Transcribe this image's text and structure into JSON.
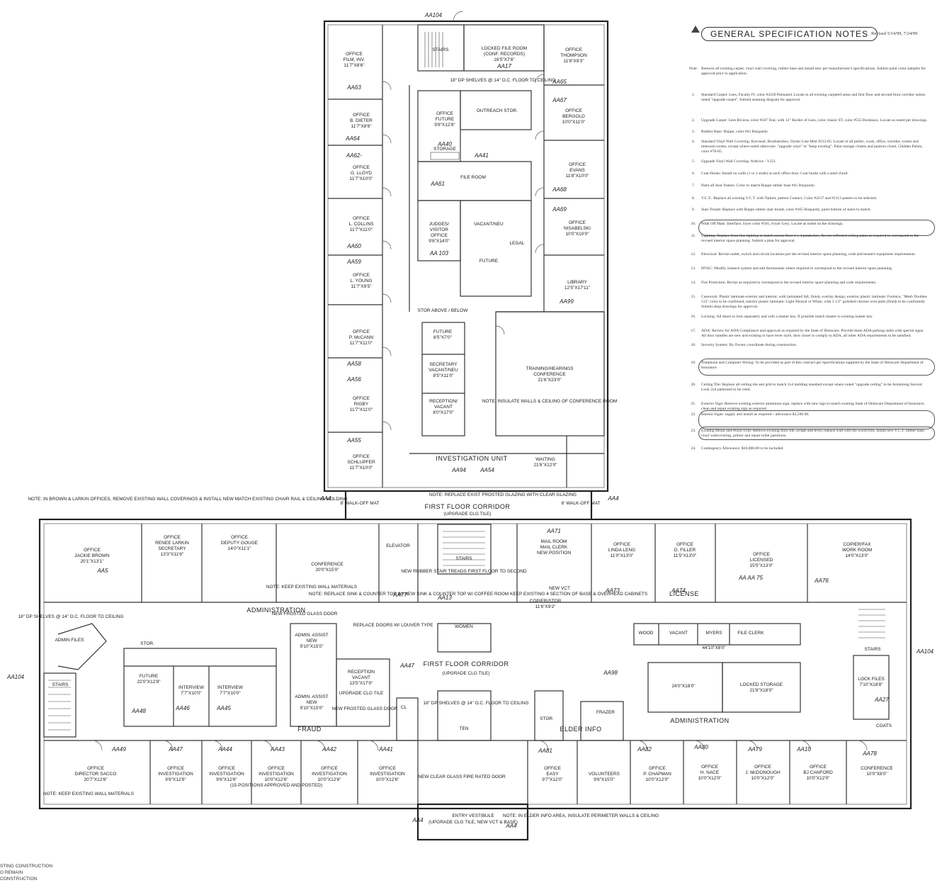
{
  "rooms": {
    "aa104_top": "AA104",
    "stairs_top": "STAIRS",
    "locked_file": "LOCKED FILE ROOM",
    "locked_file_sub": "(CONF. RECORDS)",
    "locked_file_dim": "16'5\"X7'6\"",
    "locked_file_tag": "AA17",
    "office_film": "OFFICE",
    "office_film_name": "FILM, INV.",
    "office_film_dim": "11'7\"X8'6\"",
    "office_film_tag": "AA63",
    "office_thompson": "OFFICE",
    "office_thompson_name": "THOMPSON",
    "office_thompson_dim": "11'8\"X9'3\"",
    "office_thompson_tag": "AA65",
    "shelves_note": "18\" DP SHELVES @ 14\" O.C. FLOOR TO CEILING",
    "office_dieter": "OFFICE",
    "office_dieter_name": "B. DIETER",
    "office_dieter_dim": "11'7\"X8'6\"",
    "office_dieter_tag": "AA64",
    "office_future": "OFFICE",
    "office_future_name": "FUTURE",
    "office_future_dim": "9'8\"X12'8\"",
    "outreach": "OUTREACH STOR.",
    "tag_aa67": "AA67",
    "office_bergold": "OFFICE",
    "office_bergold_name": "BERGOLD",
    "office_bergold_dim": "10'0\"X11'0\"",
    "tag_aa62": "AA62-",
    "office_lloyd": "OFFICE",
    "office_lloyd_name": "G. LLOYD",
    "office_lloyd_dim": "11'7\"X10'0\"",
    "storage": "STORAGE",
    "tag_aa40": "AA40",
    "tag_aa41": "AA41",
    "file_room": "FILE ROOM",
    "tag_aa61": "AA61",
    "office_evans": "OFFICE",
    "office_evans_name": "EVANS",
    "office_evans_dim": "11'8\"X10'0\"",
    "tag_aa68": "AA68",
    "tag_aa69": "AA69",
    "office_collins": "OFFICE",
    "office_collins_name": "L. COLLINS",
    "office_collins_dim": "11'7\"X11'0\"",
    "tag_aa60": "AA60",
    "judges": "JUDGES/",
    "judges2": "VISITOR",
    "judges3": "OFFICE",
    "judges_dim": "9'6\"X14'0\"",
    "tag_aa103": "AA 103",
    "vacant_neu": "VACANT/NEU",
    "future_lbl": "FUTURE",
    "legal": "LEGAL",
    "office_nisabelski": "OFFICE",
    "office_nisabelski_name": "NISABELSKI",
    "office_nisabelski_dim": "10'0\"X10'0\"",
    "tag_aa59": "AA59",
    "office_young": "OFFICE",
    "office_young_name": "L. YOUNG",
    "office_young_dim": "11'7\"X9'5\"",
    "library": "LIBRARY",
    "library_dim": "12'5\"X17'11\"",
    "tag_aa99": "AA99",
    "stor_above": "STOR ABOVE / BELOW",
    "future2": "FUTURE",
    "future2_dim": "8'5\"X7'0\"",
    "office_mccann": "OFFICE",
    "office_mccann_name": "P. McCANN",
    "office_mccann_dim": "11'7\"X11'0\"",
    "tag_aa58": "AA58",
    "secretary": "SECRETARY",
    "secretary2": "VACANT/NEU",
    "secretary_dim": "8'5\"X11'0\"",
    "training": "TRAINING/HEARINGS",
    "training2": "CONFERENCE",
    "training_dim": "21'6\"X23'0\"",
    "tag_aa56": "AA56",
    "office_rigby": "OFFICE",
    "office_rigby_name": "RIGBY",
    "office_rigby_dim": "11'7\"X11'0\"",
    "reception": "RECEPTION/",
    "reception2": "VACANT",
    "reception_dim": "8'0\"X17'0\"",
    "insulate_note": "NOTE: INSULATE WALLS & CEILING OF CONFERENCE ROOM",
    "tag_aa55": "AA55",
    "office_schlupfer": "OFFICE",
    "office_schlupfer_name": "SCHLUPFER",
    "office_schlupfer_dim": "11'7\"X10'0\"",
    "investigation_unit": "INVESTIGATION UNIT",
    "waiting": "WAITING",
    "waiting_dim": "21'6\"X12'0\"",
    "tag_aa94": "AA94",
    "tag_aa54": "AA54",
    "frosted_note": "NOTE: REPLACE EXIST FROSTED GLAZING WITH CLEAR GLAZING",
    "tag_aa4_left": "AA4",
    "tag_aa4_right": "AA4",
    "walkoff_left": "8' WALK-OFF MAT",
    "walkoff_right": "8' WALK-OFF MAT",
    "first_floor_corridor": "FIRST FLOOR CORRIDOR",
    "corridor_tile": "(UPGRADE CLG TILE)",
    "note_brown": "NOTE: IN BROWN & LARKIN OFFICES, REMOVE EXISTING WALL COVERINGS & INSTALL NEW MATCH EXISTING CHAIR RAIL & CEILING MOLDING",
    "office_brown": "OFFICE",
    "office_brown_name": "JACKIE BROWN",
    "office_brown_dim": "20'1\"X13'1\"",
    "tag_aa5": "AA5",
    "office_larkin": "OFFICE",
    "office_larkin_name": "RENEE LARKIN",
    "office_larkin_2": "SECRETARY",
    "office_larkin_dim": "13'3\"X11'6\"",
    "office_gouge": "OFFICE",
    "office_gouge_name": "DEPUTY GOUGE",
    "office_gouge_dim": "14'0\"X11'1\"",
    "conference": "CONFERENCE",
    "conference_dim": "20'0\"X15'0\"",
    "keep_wall_note": "NOTE: KEEP EXISTING WALL MATERIALS",
    "elevator": "ELEVATOR",
    "stairs_center": "STAIRS",
    "rubber_stair": "NEW RUBBER STAIR TREADS FIRST FLOOR TO SECOND",
    "mail_room": "MAIL ROOM",
    "mail_clerk": "MAIL CLERK",
    "mail_new": "NEW POSITION",
    "tag_aa71": "AA71",
    "office_leng": "OFFICE",
    "office_leng_name": "LINDA LENG",
    "office_leng_dim": "11'0\"X13'0\"",
    "office_filler": "OFFICE",
    "office_filler_name": "D. FILLER",
    "office_filler_dim": "11'5\"X13'0\"",
    "office_licensed": "OFFICE",
    "office_licensed_name": "LICENSED",
    "office_licensed_dim": "15'5\"X13'0\"",
    "copier_fax": "COPIER/FAX",
    "copier_fax2": "WORK ROOM",
    "copier_fax_dim": "14'0\"X13'0\"",
    "tag_aa73": "AA73",
    "tag_aa74": "AA74",
    "tag_aa75": "AA AA 75",
    "tag_aa76": "AA76",
    "license": "LICENSE",
    "administration_left": "ADMINISTRATION",
    "adm_assist": "ADMIN. ASSIST",
    "adm_assist2": "NEW",
    "adm_assist_dim": "9'10\"X15'0\"",
    "replace_doors": "REPLACE DOORS W/ LOUVER TYPE",
    "new_frosted": "NEW FROSTED GLASS DOOR",
    "note_replace_sink": "NOTE: REPLACE SINK & COUNTER TOP W/ NEW SINK & COUNTER TOP W/ COFFEE ROOM KEEP EXISTING 4 SECTION OF BASE & OVERHEAD CABINETS",
    "tag_aa13": "AA13",
    "women": "WOMEN",
    "copier_stor": "COPIER/STOR",
    "copier_stor_dim": "11'6\"X9'2\"",
    "new_vct": "NEW VCT",
    "tag_aa77": "AA77",
    "wood": "WOOD",
    "vacant": "VACANT",
    "myers": "MYERS",
    "file_clerk": "FILE CLERK",
    "open_dim": "44'10\"X8'0\"",
    "stairs_right": "STAIRS",
    "tag_aa104_right": "AA104",
    "adm_files": "ADMIN FILES",
    "shelves_left": "18\" DP SHELVES @ 14\" O.C. FLOOR TO CEILING",
    "stor": "STOR.",
    "future3": "FUTURE",
    "future3_dim": "22'0\"X12'8\"",
    "interview1": "INTERVIEW",
    "interview1_dim": "7'7\"X10'0\"",
    "interview2": "INTERVIEW",
    "interview2_dim": "7'7\"X10'0\"",
    "adm_assist_b": "ADMIN. ASSIST",
    "adm_assist_b2": "NEW",
    "adm_assist_b_dim": "9'10\"X15'0\"",
    "reception_vac": "RECEPTION",
    "reception_vac2": "VACANT",
    "reception_vac_dim": "13'5\"X17'0\"",
    "upgrade_tile": "UPGRADE CLG TILE",
    "tag_aa47": "AA47",
    "first_floor_corridor2": "FIRST FLOOR CORRIDOR",
    "corridor_tile2": "(UPGRADE CLG TILE)",
    "tag_aa98": "AA98",
    "open2_dim": "24'0\"X18'0\"",
    "locked_storage": "LOCKED STORAGE",
    "locked_storage_dim": "21'8\"X18'0\"",
    "lock_files": "LOCK FILES",
    "lock_files_dim": "7'10\"X18'8\"",
    "tag_aa27": "AA27",
    "coats": "COATS",
    "stairs_left": "STAIRS",
    "tag_aa104_left": "AA104",
    "tag_aa48": "AA48",
    "tag_aa46": "AA46",
    "tag_aa45": "AA45",
    "new_frosted2": "NEW FROSTED GLASS DOOR",
    "cl": "CL",
    "fraud": "FRAUD",
    "ten": "TEN",
    "shelves_center": "18\" DP SHELVES @ 14\" O.C. FLOOR TO CEILING",
    "stor2": "STOR.",
    "elder_info": "ELDER INFO",
    "frazer": "FRAZER",
    "administration_right": "ADMINISTRATION",
    "tag_aa49": "AA49",
    "tag_aa47b": "AA47",
    "tag_aa44": "AA44",
    "tag_aa43": "AA43",
    "tag_aa42": "AA42",
    "tag_aa41b": "AA41",
    "off_sacco": "OFFICE",
    "off_sacco_name": "DIRECTOR SACCO",
    "off_sacco_dim": "20'7\"X12'6\"",
    "keep_wall2": "NOTE: KEEP EXISTING WALL MATERIALS",
    "off_inv1": "OFFICE",
    "off_inv1_name": "INVESTIGATION",
    "off_inv1_dim": "9'6\"X12'6\"",
    "off_inv2": "OFFICE",
    "off_inv2_name": "INVESTIGATION",
    "off_inv2_dim": "9'6\"X12'6\"",
    "positions_note": "(15 POSITIONS APPROVED AND POSTED)",
    "off_inv3": "OFFICE",
    "off_inv3_name": "INVESTIGATION",
    "off_inv3_dim": "10'0\"X12'6\"",
    "off_inv4": "OFFICE",
    "off_inv4_name": "INVESTIGATION",
    "off_inv4_dim": "10'0\"X12'6\"",
    "off_inv5": "OFFICE",
    "off_inv5_name": "INVESTIGATION",
    "off_inv5_dim": "10'0\"X12'6\"",
    "clear_glass": "NEW CLEAR GLASS FIRE RATED DOOR",
    "entry": "ENTRY VESTIBULE",
    "entry_tile": "(UPGRADE CLG TILE, NEW VCT & BASE)",
    "tag_aa4_bl": "AA4",
    "tag_aa4_br": "AA4",
    "elder_note": "NOTE: IN ELDER INFO AREA, INSULATE PERIMETER WALLS & CEILING",
    "tag_aa81": "AA81",
    "tag_aa82": "AA82",
    "tag_aa80": "AA80",
    "tag_aa79": "AA79",
    "tag_aa10": "AA10",
    "tag_aa78": "AA78",
    "off_easy": "OFFICE",
    "off_easy_name": "EASY",
    "off_easy_dim": "9'7\"X12'0\"",
    "volunteers": "VOLUNTEERS",
    "volunteers_dim": "9'6\"X15'0\"",
    "off_chapman": "OFFICE",
    "off_chapman_name": "P. CHAPMAN",
    "off_chapman_dim": "10'0\"X12'0\"",
    "off_nace": "OFFICE",
    "off_nace_name": "H. NACE",
    "off_nace_dim": "10'0\"X12'0\"",
    "off_mcdonough": "OFFICE",
    "off_mcdonough_name": "J. McDONOUGH",
    "off_mcdonough_dim": "10'0\"X12'0\"",
    "off_canford": "OFFICE",
    "off_canford_name": "BJ CANFORD",
    "off_canford_dim": "10'0\"X12'0\"",
    "conf_right": "CONFERENCE",
    "conf_right_dim": "10'0\"X8'0\""
  },
  "notes": {
    "title": "GENERAL SPECIFICATION NOTES",
    "revised": "Revised 5/14/99, 7/24/99",
    "items": [
      {
        "num": "Note:",
        "text": "Remove all existing carpet, vinyl wall covering, rubber base and install new per manufacturer's specifications. Submit paint color samples for approval prior to application."
      },
      {
        "num": "1.",
        "text": "Standard Carpet: Lees, Faculty IV, color #4320 Patinated. Locate in all existing carpeted areas and first floor and second floor corridor unless noted \"upgrade carpet\". Submit seaming diagram for approval."
      },
      {
        "num": "2.",
        "text": "Upgrade Carpet: Lees Riviera, color #587 Teal, with 12\" Border of Lees, color classic ST, color #555 Bordeaux. Locate as noted per drawings."
      },
      {
        "num": "3.",
        "text": "Rubber Base: Roppe, color #41 Burgundy."
      },
      {
        "num": "4.",
        "text": "Standard Vinyl Wall Covering: Koroseal, Brushstrokes, Oyster Line Mist #213-85. Locate in all public, work, office, corridor, rooms and restroom rooms, except where noted otherwise. \"upgrade vinyl\" or \"keep existing\". Paint storage closets and janitors closet, Glidden Paints, color #70-85."
      },
      {
        "num": "5.",
        "text": "Upgrade Vinyl Wall Covering: Ardrove - V251."
      },
      {
        "num": "6.",
        "text": "Coat Hooks: Install on walls (1 to 2 studs) at each office door. Coat hooks with a steel chord."
      },
      {
        "num": "7.",
        "text": "Paint all door frames. Color to match Roppe rubber base #41 Burgundy."
      },
      {
        "num": "8.",
        "text": "V.C.T.: Replace all existing V.C.T. with Tarkett, pattern Contact, Color #2217 and #2113 pattern to be selected."
      },
      {
        "num": "9.",
        "text": "Stair Treads: Replace with Roppe rubber stair treads, color #165 Burgundy, paint bottom of stairs to match."
      },
      {
        "num": "10.",
        "text": "Walk Off Mats: Interface, foyer color #501, Foyer Grey. Locate as noted on the drawings."
      },
      {
        "num": "11.",
        "text": "Lighting: Replace front line lighting to match across floor 2 x 4 parabolics. Revise reflected ceiling plans as required to correspond to the revised interior space planning. Submit a plan for approval."
      },
      {
        "num": "12.",
        "text": "Electrical: Revise outlet, switch and circuit locations per the revised interior space planning, code and tenant's equipment requirements."
      },
      {
        "num": "13.",
        "text": "HVAC: Modify, balance system and add thermostats where required to correspond to the revised interior space planning."
      },
      {
        "num": "14.",
        "text": "Fire Protection: Revise as required to correspond to the revised interior space planning and code requirements."
      },
      {
        "num": "15.",
        "text": "Casework: Plastic laminate exterior and interior, with laminated fall, finish, overlay design, exterior plastic laminate: Formica, \"Mesh Doubles 513\" color to be confirmed, interior plastic laminate: Light Neutral or White, with 3 1/2\" polished chrome wire pulls (finish to be confirmed). Submit shop drawings for approval."
      },
      {
        "num": "16.",
        "text": "Locking: All doors to lock separately and with a master key. If possible match master to existing master key."
      },
      {
        "num": "17.",
        "text": "ADA: Review for ADA Compliance and approval as required by the State of Delaware. Provide these ADA parking stalls with special signs. All door handles are new and existing to have lever style, door closer to comply to ADA, all other ADA requirements to be satisfied."
      },
      {
        "num": "18.",
        "text": "Security System: By Owner, coordinate during construction."
      },
      {
        "num": "19.",
        "text": "Telephone and Computer Wiring: To be provided as part of this contract per Specifications supplied by the State of Delaware Department of Insurance."
      },
      {
        "num": "20.",
        "text": "Ceiling Tile: Replace all ceiling tile and grid to match 2x4 building standard except where noted \"upgrade ceiling\" to be Armstrong Second Look 2x4 patterned to be cited."
      },
      {
        "num": "21.",
        "text": "Exterior Sign: Remove existing exterior aluminum sign, replace with new sign to match existing State of Delaware Department of Insurance, clean and repair existing sign as required."
      },
      {
        "num": "22.",
        "text": "Interior Signs: supply and install as required—allowance $3,500.00."
      },
      {
        "num": "23.",
        "text": "Existing Mural and Wood Trim: Remove existing floor tile, scrape and level, replace wall with the wood trim, install new V.C.T. rubber base, vinyl wallcovering, primer and repair toilet partitions."
      },
      {
        "num": "24.",
        "text": "Contingency Allowance: $10,000.00 to be included."
      }
    ]
  },
  "legend": {
    "line1": "STING CONSTRUCTION",
    "line2": "O REMAIN",
    "line3": " CONSTRUCTION"
  }
}
